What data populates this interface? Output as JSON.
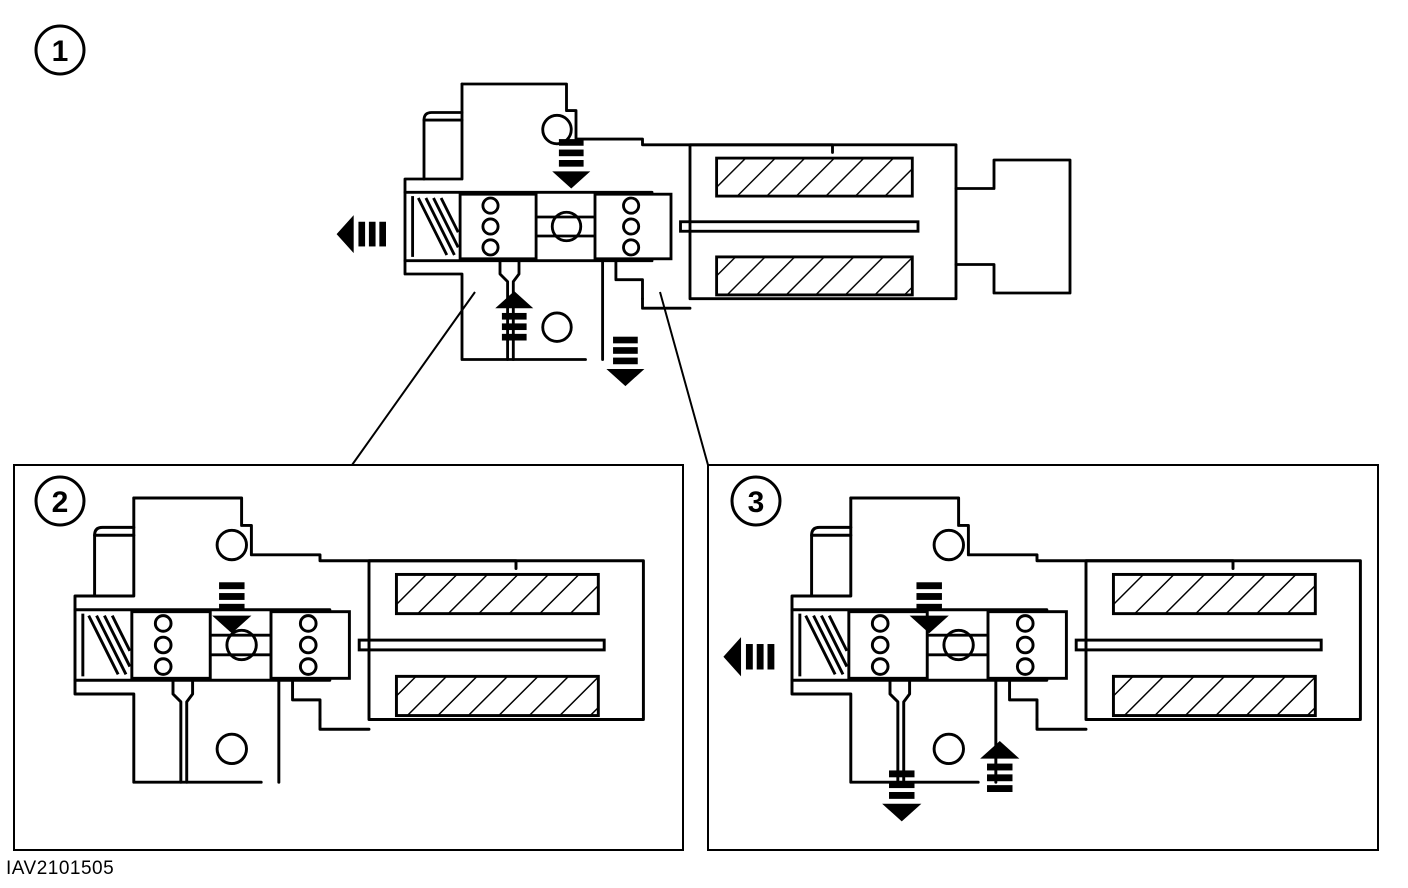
{
  "views": [
    {
      "id": "view-1",
      "label": "1"
    },
    {
      "id": "view-2",
      "label": "2"
    },
    {
      "id": "view-3",
      "label": "3"
    }
  ],
  "reference_code": "IAV2101505",
  "colors": {
    "ink": "#000000",
    "background": "#ffffff"
  }
}
